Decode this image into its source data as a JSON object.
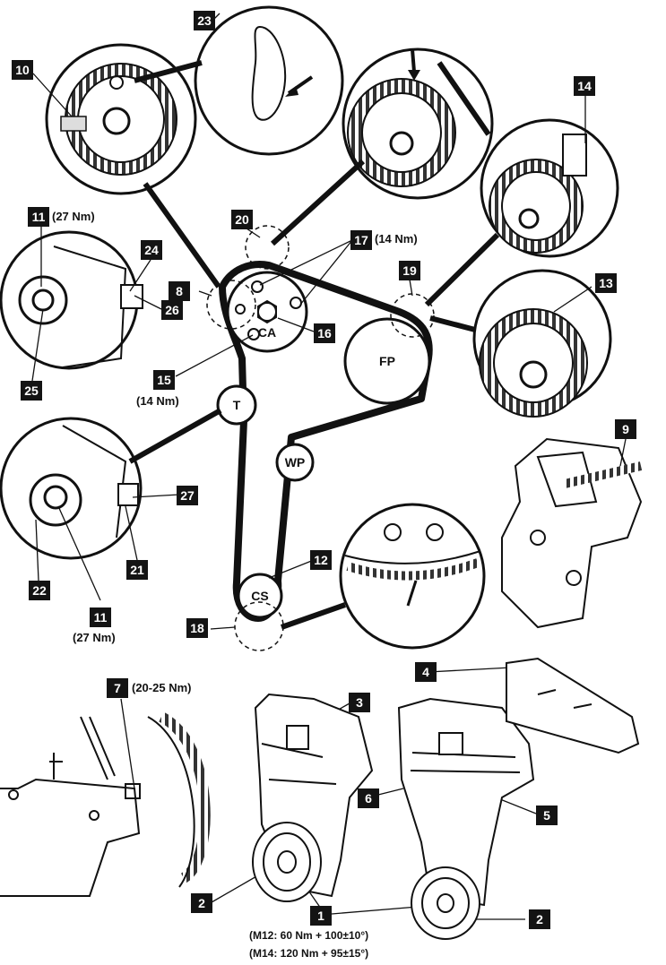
{
  "labels": {
    "n1": "1",
    "n2": "2",
    "n3": "3",
    "n4": "4",
    "n5": "5",
    "n6": "6",
    "n7": "7",
    "n8": "8",
    "n9": "9",
    "n10": "10",
    "n11": "11",
    "n12": "12",
    "n13": "13",
    "n14": "14",
    "n15": "15",
    "n16": "16",
    "n17": "17",
    "n18": "18",
    "n19": "19",
    "n20": "20",
    "n21": "21",
    "n22": "22",
    "n23": "23",
    "n24": "24",
    "n25": "25",
    "n26": "26",
    "n27": "27"
  },
  "torques": {
    "t11a": "(27 Nm)",
    "t11b": "(27 Nm)",
    "t17": "(14 Nm)",
    "t15": "(14 Nm)",
    "t7": "(20-25 Nm)",
    "m12": "(M12: 60 Nm + 100±10°)",
    "m14": "(M14: 120 Nm + 95±15°)"
  },
  "pulleys": {
    "ca": "CA",
    "fp": "FP",
    "t": "T",
    "wp": "WP",
    "cs": "CS"
  },
  "colors": {
    "ink": "#111111",
    "label_bg": "#141414",
    "paper": "#ffffff"
  }
}
